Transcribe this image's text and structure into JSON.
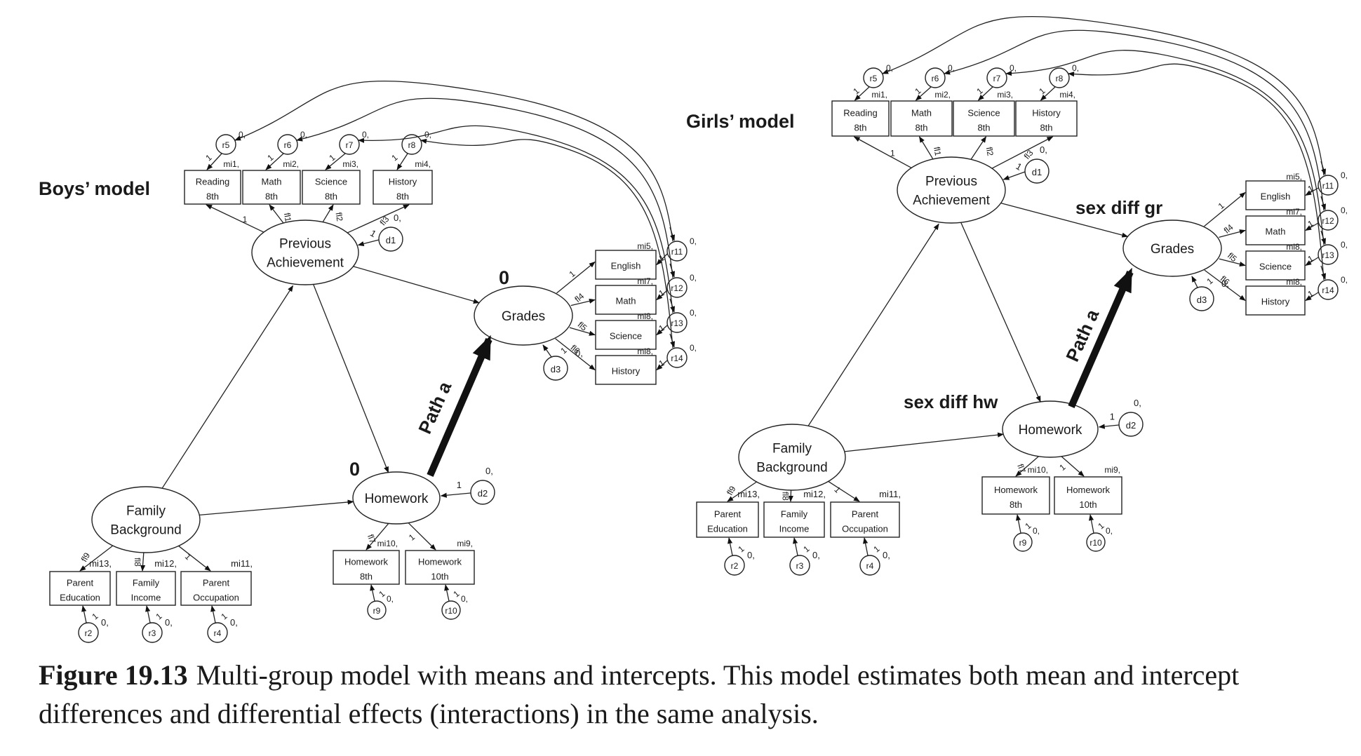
{
  "caption": {
    "figure_number": "Figure 19.13",
    "text": "Multi-group model with means and intercepts. This model estimates both mean and intercept differences and differential effects (interactions) in the same analysis."
  },
  "models": [
    {
      "id": "boys",
      "title": "Boys’ model",
      "latents": {
        "previous_achievement": [
          "Previous",
          "Achievement"
        ],
        "grades": [
          "Grades"
        ],
        "homework": [
          "Homework"
        ],
        "family_background": [
          "Family",
          "Background"
        ]
      },
      "latent_mean_annotations": {
        "grades": "0",
        "homework": "0"
      },
      "path_a_label": "Path a",
      "prior_indicators": [
        {
          "label": [
            "Reading",
            "8th"
          ],
          "intercept": "mi1,",
          "error": "r5",
          "error_mean": "0,",
          "error_loading": "1",
          "loading": "1"
        },
        {
          "label": [
            "Math",
            "8th"
          ],
          "intercept": "mi2,",
          "error": "r6",
          "error_mean": "0,",
          "error_loading": "1",
          "loading": "fl1"
        },
        {
          "label": [
            "Science",
            "8th"
          ],
          "intercept": "mi3,",
          "error": "r7",
          "error_mean": "0,",
          "error_loading": "1",
          "loading": "fl2"
        },
        {
          "label": [
            "History",
            "8th"
          ],
          "intercept": "mi4,",
          "error": "r8",
          "error_mean": "0,",
          "error_loading": "1",
          "loading": "fl3"
        }
      ],
      "grade_indicators": [
        {
          "label": "English",
          "intercept": "mi5,",
          "error": "r11",
          "error_mean": "0,",
          "error_loading": "1",
          "loading": "1"
        },
        {
          "label": "Math",
          "intercept": "mi7,",
          "error": "r12",
          "error_mean": "0,",
          "error_loading": "1",
          "loading": "fl4"
        },
        {
          "label": "Science",
          "intercept": "mi8,",
          "error": "r13",
          "error_mean": "0,",
          "error_loading": "1",
          "loading": "fl5"
        },
        {
          "label": "History",
          "intercept": "mi8,",
          "error": "r14",
          "error_mean": "0,",
          "error_loading": "1",
          "loading": "fl6"
        }
      ],
      "family_indicators": [
        {
          "label": [
            "Parent",
            "Education"
          ],
          "intercept": "mi13,",
          "error": "r2",
          "error_mean": "0,",
          "error_loading": "1",
          "loading": "fl9"
        },
        {
          "label": [
            "Family",
            "Income"
          ],
          "intercept": "mi12,",
          "error": "r3",
          "error_mean": "0,",
          "error_loading": "1",
          "loading": "fl8"
        },
        {
          "label": [
            "Parent",
            "Occupation"
          ],
          "intercept": "mi11,",
          "error": "r4",
          "error_mean": "0,",
          "error_loading": "1",
          "loading": "1"
        }
      ],
      "homework_indicators": [
        {
          "label": [
            "Homework",
            "8th"
          ],
          "intercept": "mi10,",
          "error": "r9",
          "error_mean": "0,",
          "error_loading": "1",
          "loading": "fl7"
        },
        {
          "label": [
            "Homework",
            "10th"
          ],
          "intercept": "mi9,",
          "error": "r10",
          "error_mean": "0,",
          "error_loading": "1",
          "loading": "1"
        }
      ],
      "disturbances": [
        {
          "name": "d1",
          "mean": "0,",
          "loading": "1",
          "target": "previous_achievement"
        },
        {
          "name": "d2",
          "mean": "0,",
          "loading": "1",
          "target": "homework"
        },
        {
          "name": "d3",
          "mean": "0,",
          "loading": "1",
          "target": "grades"
        }
      ]
    },
    {
      "id": "girls",
      "title": "Girls’ model",
      "latents": {
        "previous_achievement": [
          "Previous",
          "Achievement"
        ],
        "grades": [
          "Grades"
        ],
        "homework": [
          "Homework"
        ],
        "family_background": [
          "Family",
          "Background"
        ]
      },
      "latent_mean_annotations": {
        "grades": "sex diff gr",
        "homework": "sex diff hw"
      },
      "path_a_label": "Path a",
      "prior_indicators": [
        {
          "label": [
            "Reading",
            "8th"
          ],
          "intercept": "mi1,",
          "error": "r5",
          "error_mean": "0,",
          "error_loading": "1",
          "loading": "1"
        },
        {
          "label": [
            "Math",
            "8th"
          ],
          "intercept": "mi2,",
          "error": "r6",
          "error_mean": "0,",
          "error_loading": "1",
          "loading": "fl1"
        },
        {
          "label": [
            "Science",
            "8th"
          ],
          "intercept": "mi3,",
          "error": "r7",
          "error_mean": "0,",
          "error_loading": "1",
          "loading": "fl2"
        },
        {
          "label": [
            "History",
            "8th"
          ],
          "intercept": "mi4,",
          "error": "r8",
          "error_mean": "0,",
          "error_loading": "1",
          "loading": "fl3"
        }
      ],
      "grade_indicators": [
        {
          "label": "English",
          "intercept": "mi5,",
          "error": "r11",
          "error_mean": "0,",
          "error_loading": "1",
          "loading": "1"
        },
        {
          "label": "Math",
          "intercept": "mi7,",
          "error": "r12",
          "error_mean": "0,",
          "error_loading": "1",
          "loading": "fl4"
        },
        {
          "label": "Science",
          "intercept": "mi8,",
          "error": "r13",
          "error_mean": "0,",
          "error_loading": "1",
          "loading": "fl5"
        },
        {
          "label": "History",
          "intercept": "mi8,",
          "error": "r14",
          "error_mean": "0,",
          "error_loading": "1",
          "loading": "fl6"
        }
      ],
      "family_indicators": [
        {
          "label": [
            "Parent",
            "Education"
          ],
          "intercept": "mi13,",
          "error": "r2",
          "error_mean": "0,",
          "error_loading": "1",
          "loading": "fl9"
        },
        {
          "label": [
            "Family",
            "Income"
          ],
          "intercept": "mi12,",
          "error": "r3",
          "error_mean": "0,",
          "error_loading": "1",
          "loading": "fl8"
        },
        {
          "label": [
            "Parent",
            "Occupation"
          ],
          "intercept": "mi11,",
          "error": "r4",
          "error_mean": "0,",
          "error_loading": "1",
          "loading": "1"
        }
      ],
      "homework_indicators": [
        {
          "label": [
            "Homework",
            "8th"
          ],
          "intercept": "mi10,",
          "error": "r9",
          "error_mean": "0,",
          "error_loading": "1",
          "loading": "fl7"
        },
        {
          "label": [
            "Homework",
            "10th"
          ],
          "intercept": "mi9,",
          "error": "r10",
          "error_mean": "0,",
          "error_loading": "1",
          "loading": "1"
        }
      ],
      "disturbances": [
        {
          "name": "d1",
          "mean": "0,",
          "loading": "1",
          "target": "previous_achievement"
        },
        {
          "name": "d2",
          "mean": "0,",
          "loading": "1",
          "target": "homework"
        },
        {
          "name": "d3",
          "mean": "0,",
          "loading": "1",
          "target": "grades"
        }
      ]
    }
  ]
}
